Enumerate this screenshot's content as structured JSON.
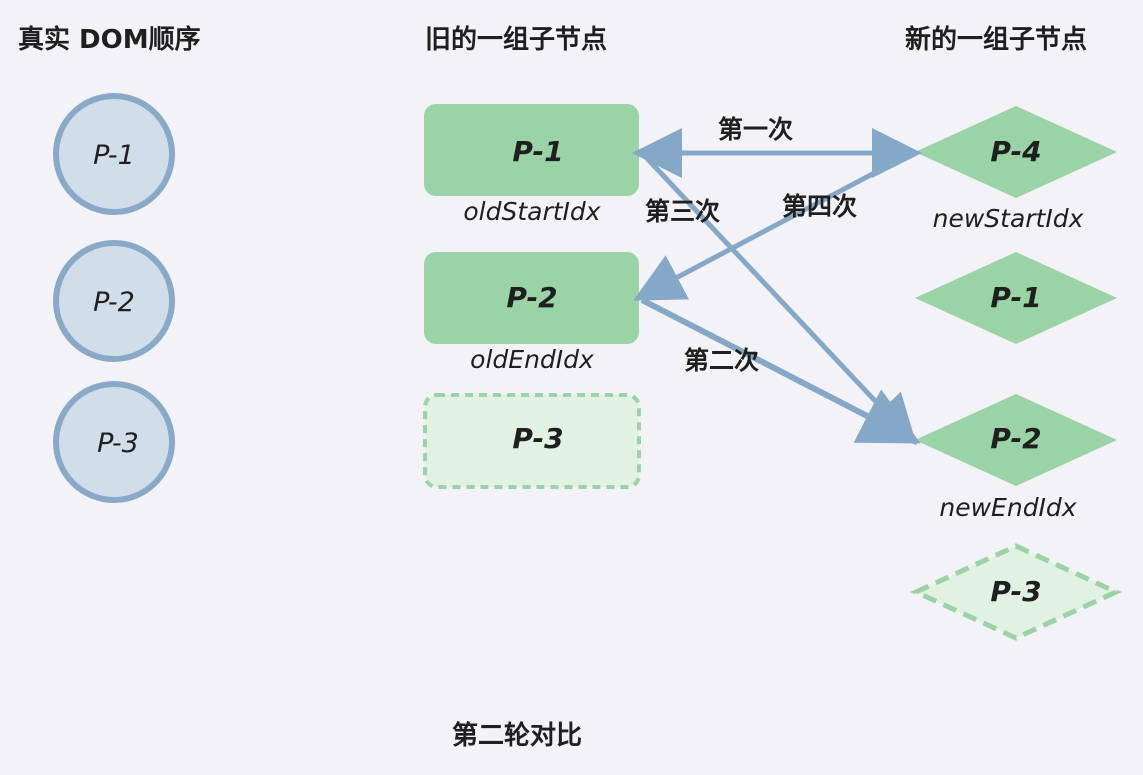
{
  "headings": {
    "dom": "真实 DOM顺序",
    "old": "旧的一组子节点",
    "new": "新的一组子节点"
  },
  "dom_nodes": [
    "P-1",
    "P-2",
    "P-3"
  ],
  "old_nodes": [
    {
      "label": "P-1",
      "state": "active"
    },
    {
      "label": "P-2",
      "state": "active"
    },
    {
      "label": "P-3",
      "state": "dashed"
    }
  ],
  "new_nodes": [
    {
      "label": "P-4",
      "state": "active"
    },
    {
      "label": "P-1",
      "state": "active"
    },
    {
      "label": "P-2",
      "state": "active"
    },
    {
      "label": "P-3",
      "state": "dashed"
    }
  ],
  "pointers": {
    "old_start": "oldStartIdx",
    "old_end": "oldEndIdx",
    "new_start": "newStartIdx",
    "new_end": "newEndIdx"
  },
  "comparisons": {
    "first": "第一次",
    "second": "第二次",
    "third": "第三次",
    "fourth": "第四次"
  },
  "caption": "第二轮对比",
  "colors": {
    "background": "#f3f2f6",
    "dom_fill": "#d1dde8",
    "dom_stroke": "#89a9c9",
    "node_fill": "#99d3a6",
    "dashed_fill": "#e1f2e3",
    "arrow": "#85a8c8"
  }
}
